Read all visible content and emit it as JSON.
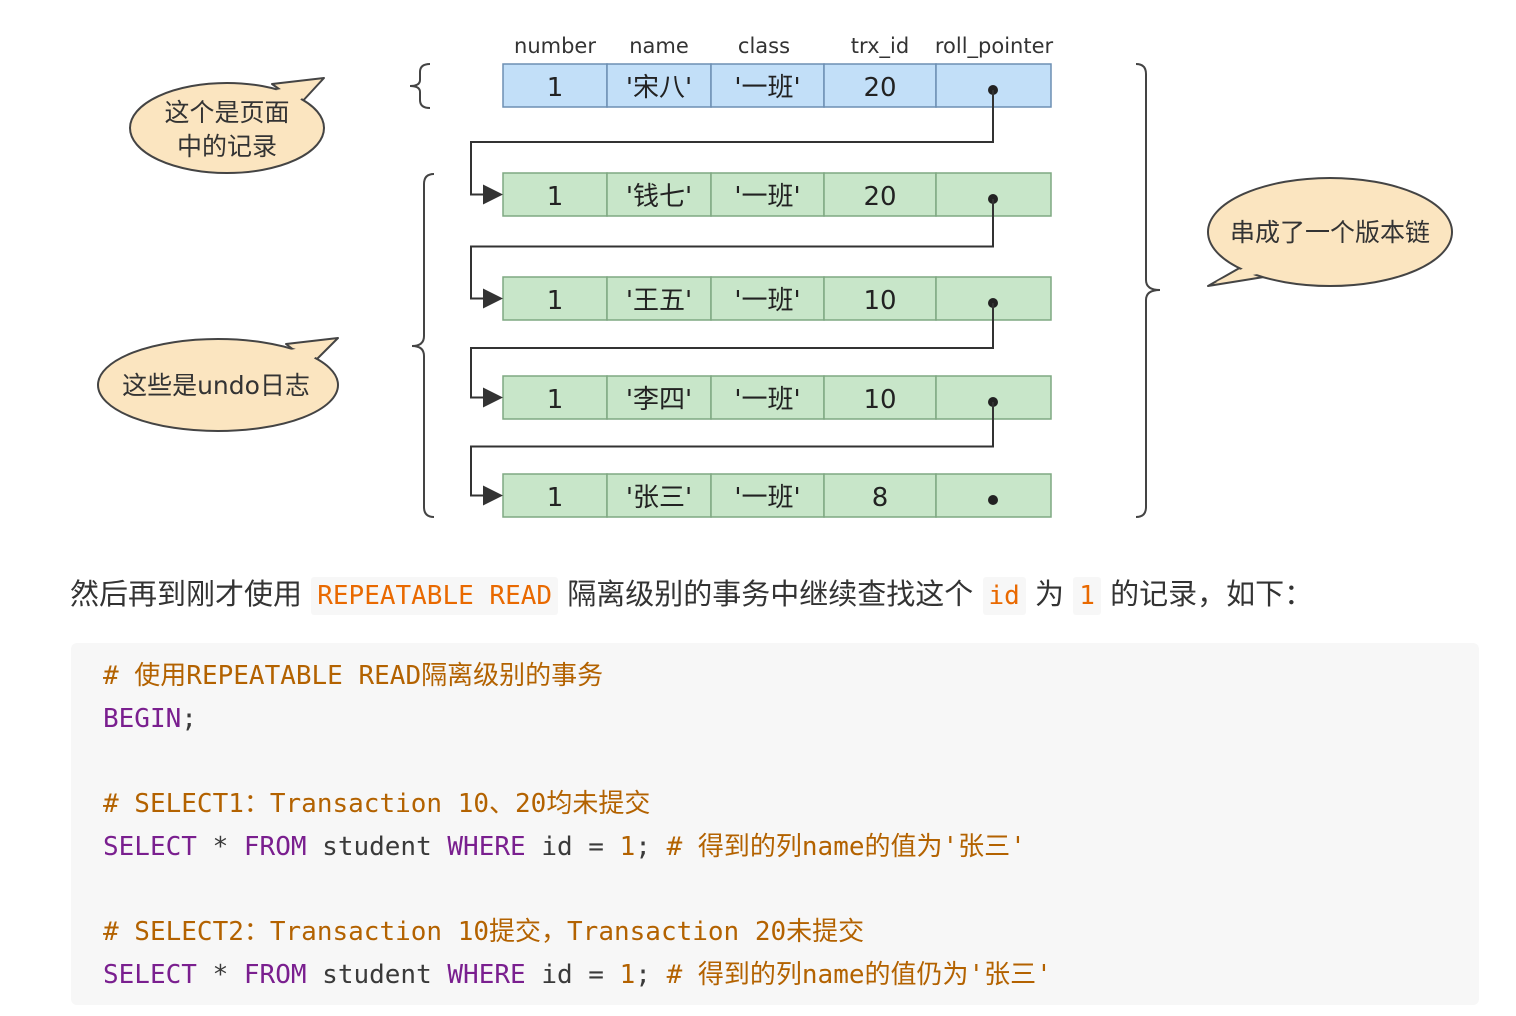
{
  "diagram": {
    "headers": [
      "number",
      "name",
      "class",
      "trx_id",
      "roll_pointer"
    ],
    "records": [
      {
        "number": "1",
        "name": "'宋八'",
        "class": "'一班'",
        "trx_id": "20",
        "kind": "current"
      },
      {
        "number": "1",
        "name": "'钱七'",
        "class": "'一班'",
        "trx_id": "20",
        "kind": "undo"
      },
      {
        "number": "1",
        "name": "'王五'",
        "class": "'一班'",
        "trx_id": "10",
        "kind": "undo"
      },
      {
        "number": "1",
        "name": "'李四'",
        "class": "'一班'",
        "trx_id": "10",
        "kind": "undo"
      },
      {
        "number": "1",
        "name": "'张三'",
        "class": "'一班'",
        "trx_id": "8",
        "kind": "undo"
      }
    ],
    "callouts": {
      "page_record": [
        "这个是页面",
        "中的记录"
      ],
      "undo_logs": [
        "这些是undo日志"
      ],
      "version_chain": [
        "串成了一个版本链"
      ]
    },
    "colors": {
      "current_fill": "#c2dff8",
      "current_stroke": "#6d8fb3",
      "undo_fill": "#c8e6c9",
      "undo_stroke": "#7fa882",
      "callout_fill": "#fbe5c0",
      "callout_stroke": "#444444"
    }
  },
  "paragraph": {
    "part1": "然后再到刚才使用",
    "code1": "REPEATABLE READ",
    "part2": "隔离级别的事务中继续查找这个",
    "code2": "id",
    "part3": "为",
    "code3": "1",
    "part4": "的记录，如下："
  },
  "code_block": {
    "lines": [
      [
        {
          "t": "# 使用REPEATABLE READ隔离级别的事务",
          "c": "comment"
        }
      ],
      [
        {
          "t": "BEGIN",
          "c": "kw"
        },
        {
          "t": ";",
          "c": "plain"
        }
      ],
      [],
      [
        {
          "t": "# SELECT1：Transaction 10、20均未提交",
          "c": "comment"
        }
      ],
      [
        {
          "t": "SELECT",
          "c": "kw"
        },
        {
          "t": " * ",
          "c": "plain"
        },
        {
          "t": "FROM",
          "c": "kw"
        },
        {
          "t": " student ",
          "c": "plain"
        },
        {
          "t": "WHERE",
          "c": "kw"
        },
        {
          "t": " id = ",
          "c": "plain"
        },
        {
          "t": "1",
          "c": "num"
        },
        {
          "t": "; ",
          "c": "plain"
        },
        {
          "t": "# 得到的列name的值为'张三'",
          "c": "comment"
        }
      ],
      [],
      [
        {
          "t": "# SELECT2：Transaction 10提交，Transaction 20未提交",
          "c": "comment"
        }
      ],
      [
        {
          "t": "SELECT",
          "c": "kw"
        },
        {
          "t": " * ",
          "c": "plain"
        },
        {
          "t": "FROM",
          "c": "kw"
        },
        {
          "t": " student ",
          "c": "plain"
        },
        {
          "t": "WHERE",
          "c": "kw"
        },
        {
          "t": " id = ",
          "c": "plain"
        },
        {
          "t": "1",
          "c": "num"
        },
        {
          "t": "; ",
          "c": "plain"
        },
        {
          "t": "# 得到的列name的值仍为'张三'",
          "c": "comment"
        }
      ]
    ]
  }
}
